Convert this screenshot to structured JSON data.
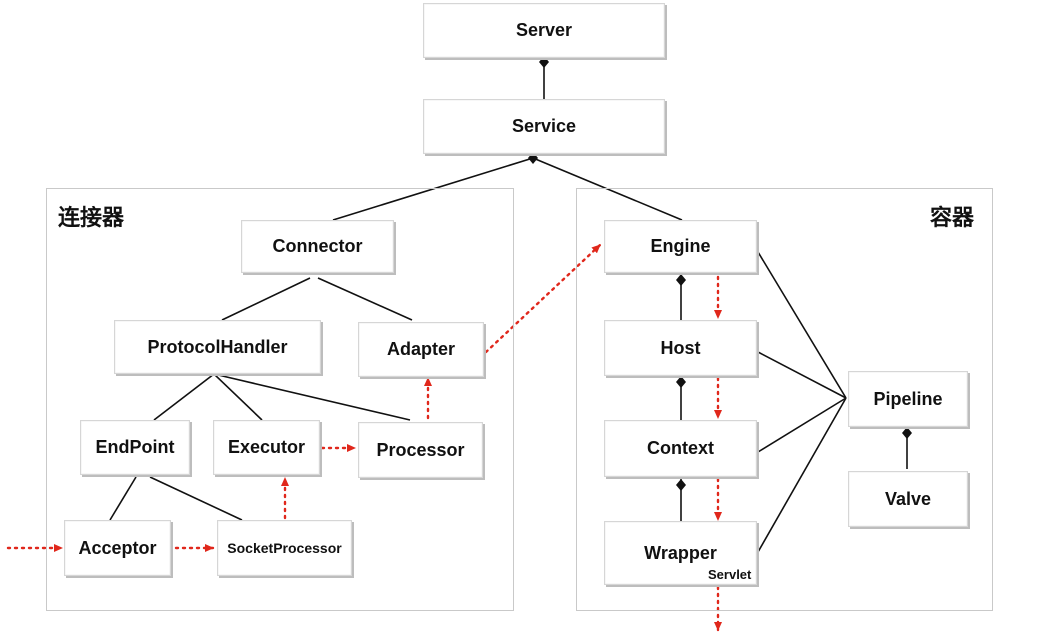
{
  "diagram": {
    "groups": {
      "connector_group": "连接器",
      "container_group": "容器"
    },
    "nodes": {
      "server": "Server",
      "service": "Service",
      "connector": "Connector",
      "protocol_handler": "ProtocolHandler",
      "adapter": "Adapter",
      "endpoint": "EndPoint",
      "executor": "Executor",
      "processor": "Processor",
      "acceptor": "Acceptor",
      "socket_processor": "SocketProcessor",
      "engine": "Engine",
      "host": "Host",
      "context": "Context",
      "wrapper": "Wrapper",
      "pipeline": "Pipeline",
      "valve": "Valve"
    },
    "notes": {
      "servlet": "Servlet"
    },
    "colors": {
      "flow_arrow": "#e0271b",
      "line": "#111111"
    }
  }
}
